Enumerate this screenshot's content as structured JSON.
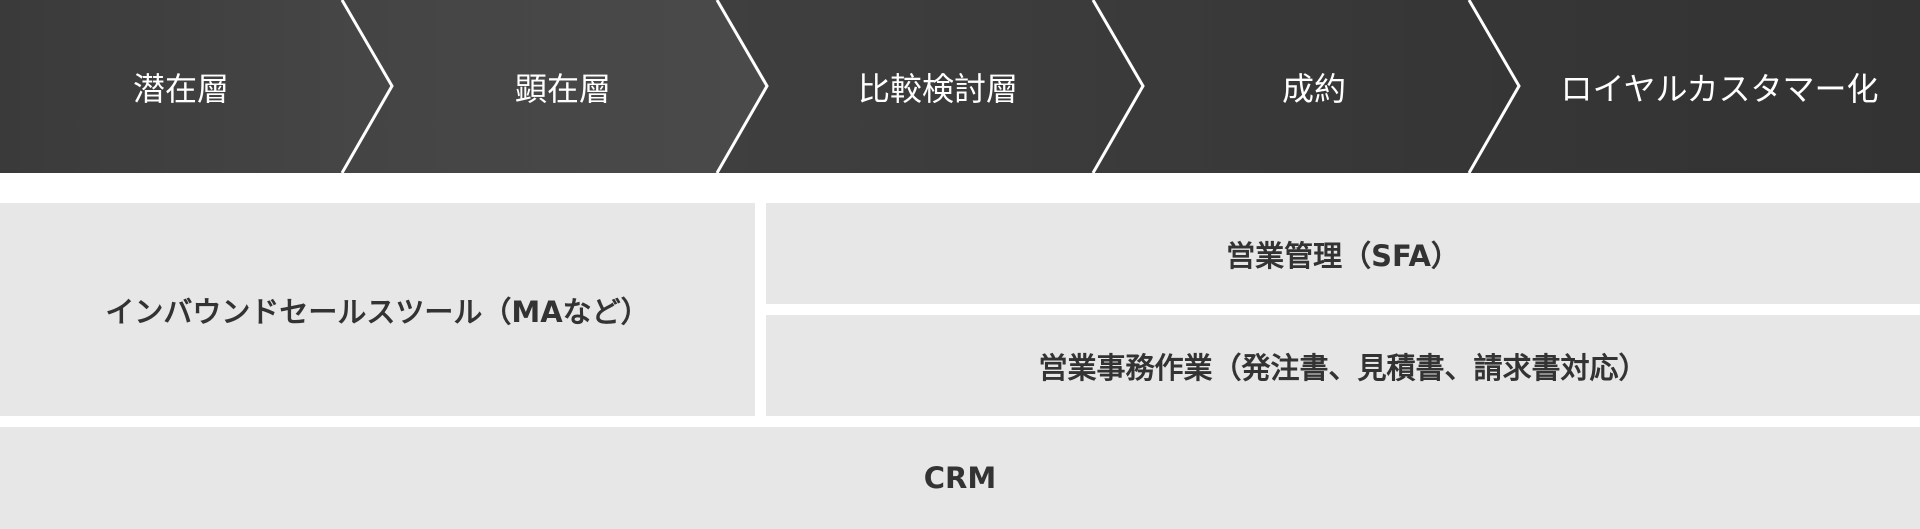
{
  "stages": [
    {
      "label": "潜在層"
    },
    {
      "label": "顕在層"
    },
    {
      "label": "比較検討層"
    },
    {
      "label": "成約"
    },
    {
      "label": "ロイヤルカスタマー化"
    }
  ],
  "tools": {
    "inbound": "インバウンドセールスツール（MAなど）",
    "sfa": "営業管理（SFA）",
    "admin": "営業事務作業（発注書、見積書、請求書対応）",
    "crm": "CRM"
  },
  "colors": {
    "chevron_dark": "#383838",
    "chevron_light": "#4a4a4a",
    "box_fill": "#e7e7e7",
    "box_text": "#333333",
    "stage_text": "#ffffff"
  }
}
